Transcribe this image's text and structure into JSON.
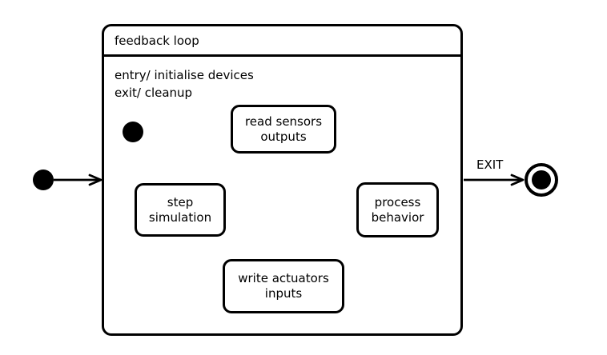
{
  "diagram": {
    "background": "#ffffff",
    "stroke_color": "#000000",
    "composite_state": {
      "title": "feedback loop",
      "entry_action": "entry/ initialise devices",
      "exit_action": "exit/ cleanup"
    },
    "states": {
      "read_sensors": {
        "label": "read sensors\noutputs"
      },
      "process_behavior": {
        "label": "process\nbehavior"
      },
      "write_actuators": {
        "label": "write actuators\ninputs"
      },
      "step_simulation": {
        "label": "step\nsimulation"
      }
    },
    "transitions": {
      "exit_label": "EXIT"
    }
  }
}
